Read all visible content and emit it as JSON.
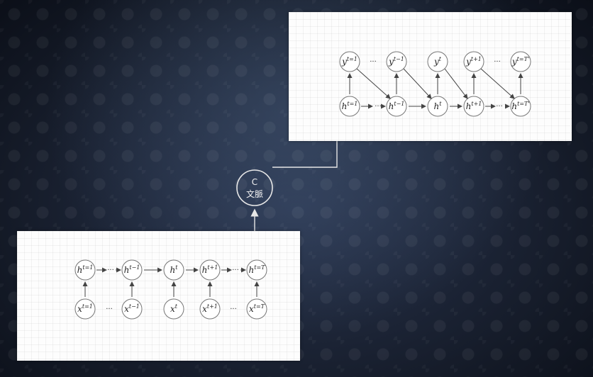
{
  "context": {
    "line1": "C",
    "line2": "文脈"
  },
  "decoder": {
    "outputs": [
      {
        "base": "y",
        "sup": "t=1"
      },
      {
        "base": "y",
        "sup": "t−1"
      },
      {
        "base": "y",
        "sup": "t"
      },
      {
        "base": "y",
        "sup": "t+1"
      },
      {
        "base": "y",
        "sup": "t=T'"
      }
    ],
    "hidden": [
      {
        "base": "h",
        "sup": "t=1"
      },
      {
        "base": "h",
        "sup": "t−1"
      },
      {
        "base": "h",
        "sup": "t"
      },
      {
        "base": "h",
        "sup": "t+1"
      },
      {
        "base": "h",
        "sup": "t=T'"
      }
    ],
    "ellipsis": "···"
  },
  "encoder": {
    "hidden": [
      {
        "base": "h",
        "sup": "t=1"
      },
      {
        "base": "h",
        "sup": "t−1"
      },
      {
        "base": "h",
        "sup": "t"
      },
      {
        "base": "h",
        "sup": "t+1"
      },
      {
        "base": "h",
        "sup": "t=T"
      }
    ],
    "inputs": [
      {
        "base": "x",
        "sup": "t=1"
      },
      {
        "base": "x",
        "sup": "t−1"
      },
      {
        "base": "x",
        "sup": "t"
      },
      {
        "base": "x",
        "sup": "t+1"
      },
      {
        "base": "x",
        "sup": "t=T"
      }
    ],
    "ellipsis": "···"
  }
}
